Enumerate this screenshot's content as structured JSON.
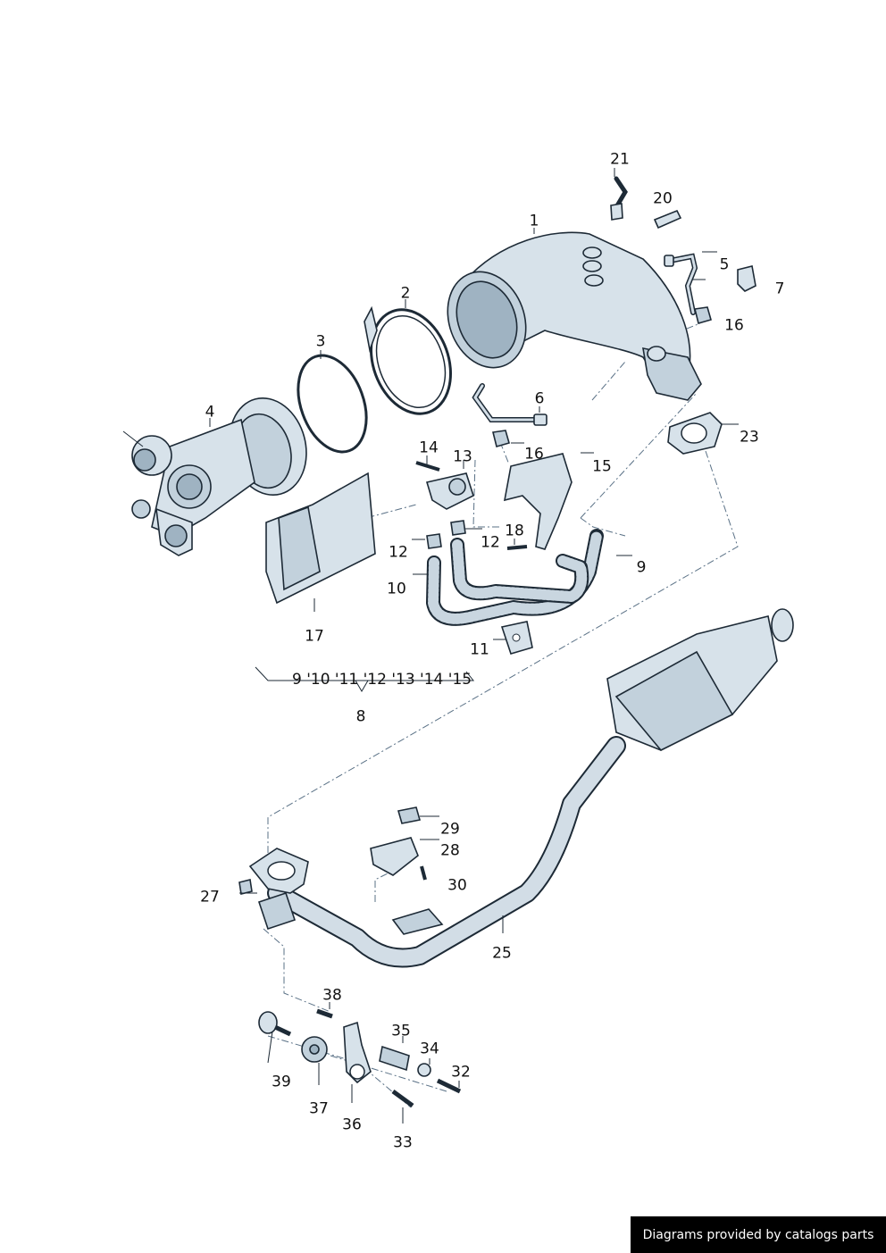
{
  "labels": {
    "p1": "1",
    "p2": "2",
    "p3": "3",
    "p4": "4",
    "p5": "5",
    "p6": "6",
    "p7": "7",
    "p8": "8",
    "p9": "9",
    "p10": "10",
    "p11": "11",
    "p12a": "12",
    "p12b": "12",
    "p13": "13",
    "p14": "14",
    "p15": "15",
    "p16a": "16",
    "p16b": "16",
    "p17": "17",
    "p18": "18",
    "p20": "20",
    "p21": "21",
    "p23": "23",
    "p25": "25",
    "p27": "27",
    "p28": "28",
    "p29": "29",
    "p30": "30",
    "p32": "32",
    "p33": "33",
    "p34": "34",
    "p35": "35",
    "p36": "36",
    "p37": "37",
    "p38": "38",
    "p39": "39"
  },
  "kit_contents": "9 '10 '11 '12 '13 '14 '15",
  "credit": "Diagrams provided by catalogs parts"
}
